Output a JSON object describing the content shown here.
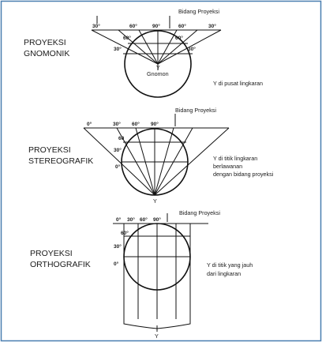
{
  "colors": {
    "frame": "#4a7fb0",
    "ink": "#111111"
  },
  "gnomonic": {
    "title_line1": "PROYEKSI",
    "title_line2": "GNOMONIK",
    "plane_label": "Bidang Proyeksi",
    "point_label": "Y",
    "gnomon_label": "Gnomon",
    "note": "Y  di pusat lingkaran",
    "angles": {
      "a30l": "30°",
      "a60t": "60°",
      "a90": "90°",
      "a60tr": "60°",
      "a30r": "30°",
      "a60l": "60°",
      "a60r": "60°",
      "a30il": "30°",
      "a30ir": "30°"
    }
  },
  "stereographic": {
    "title_line1": "PROYEKSI",
    "title_line2": "STEREOGRAFIK",
    "plane_label": "Bidang Proyeksi",
    "point_label": "Y",
    "note_line1": "Y di titik lingkaran",
    "note_line2": "berlawanan",
    "note_line3": "dengan bidang proyeksi",
    "angles": {
      "a0": "0°",
      "a30": "30°",
      "a60": "60°",
      "a90": "90°",
      "a60b": "60",
      "a30b": "30°",
      "a0b": "0°"
    }
  },
  "orthographic": {
    "title_line1": "PROYEKSI",
    "title_line2": "ORTHOGRAFIK",
    "plane_label": "Bidang Proyeksi",
    "point_label": "Y",
    "note_line1": "Y di titik yang jauh",
    "note_line2": "dari lingkaran",
    "angles": {
      "a0": "0°",
      "a30": "30°",
      "a60": "60°",
      "a90": "90°",
      "a60b": "60°",
      "a30b": "30°",
      "a0b": "0°"
    }
  }
}
